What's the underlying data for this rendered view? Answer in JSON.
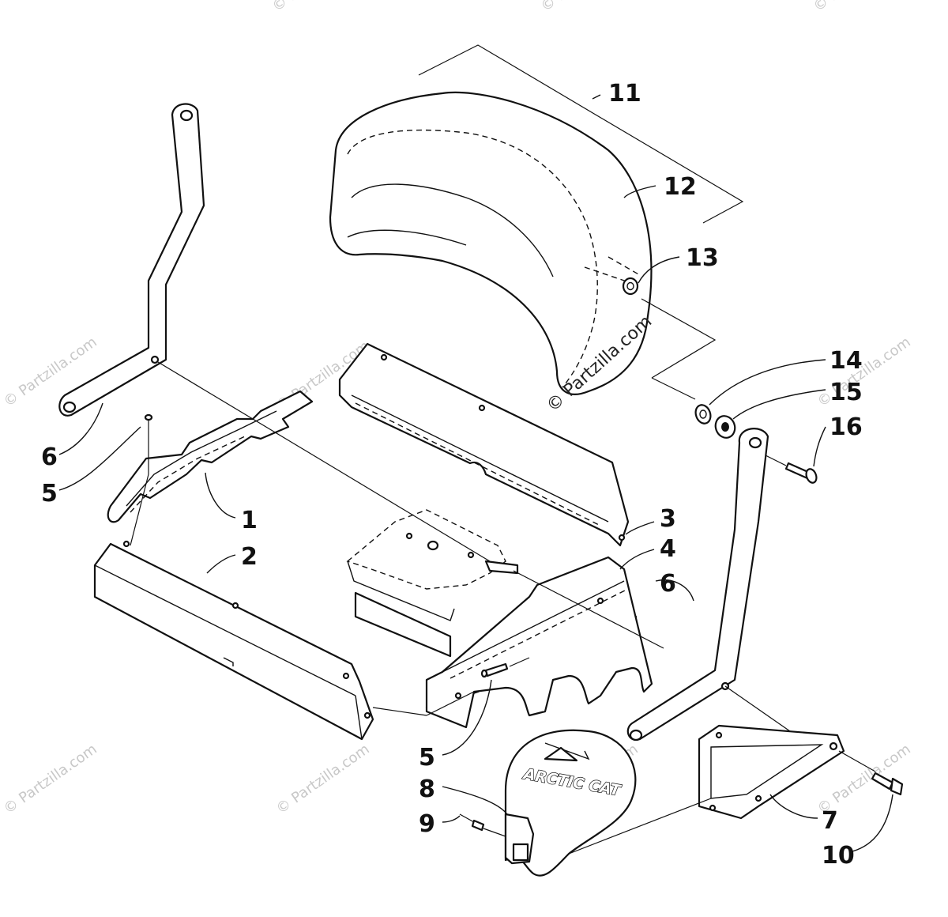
{
  "diagram": {
    "callouts": {
      "c1": "1",
      "c2": "2",
      "c3": "3",
      "c4": "4",
      "c5a": "5",
      "c5b": "5",
      "c6a": "6",
      "c6b": "6",
      "c7": "7",
      "c8": "8",
      "c9": "9",
      "c10": "10",
      "c11": "11",
      "c12": "12",
      "c13": "13",
      "c14": "14",
      "c15": "15",
      "c16": "16"
    },
    "watermarks": {
      "main": "© Partzilla.com",
      "faint": "© Partzilla.com"
    },
    "logo_text": "ARCTIC CAT"
  }
}
